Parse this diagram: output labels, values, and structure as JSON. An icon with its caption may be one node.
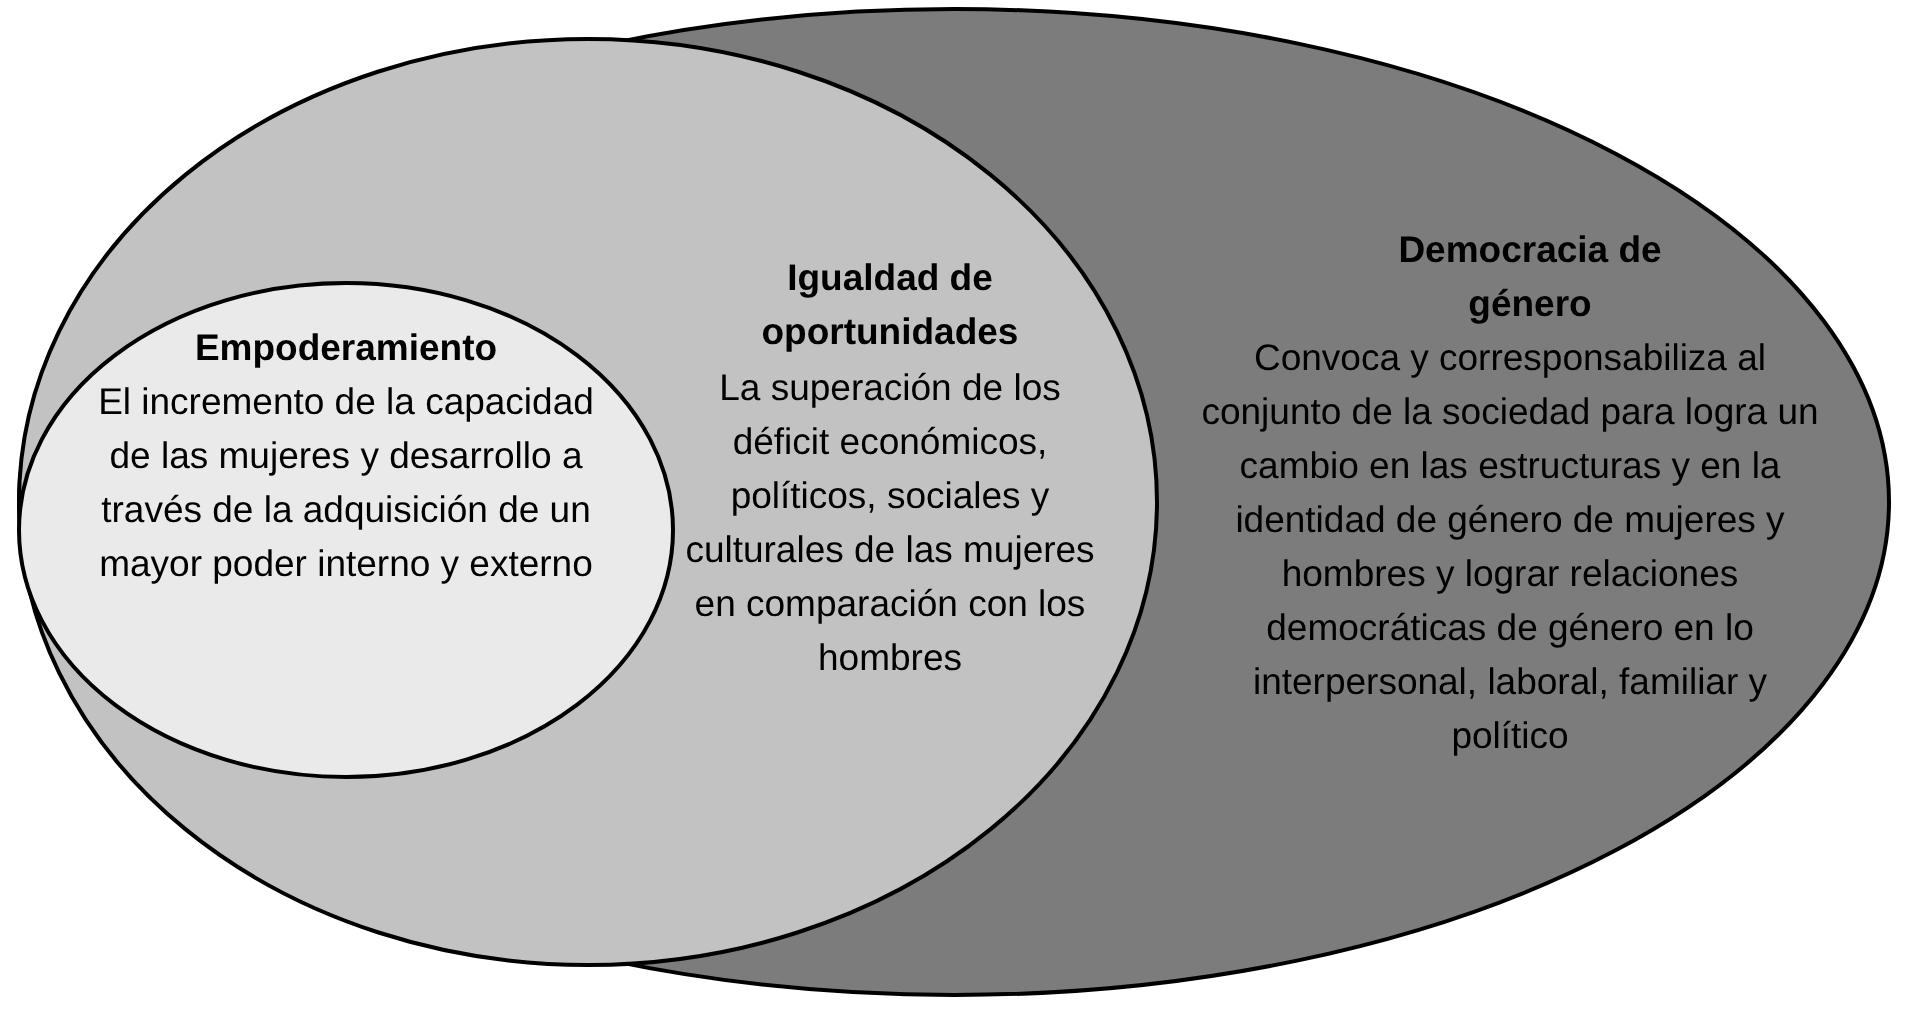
{
  "diagram": {
    "nodes": [
      {
        "text": [
          "Democracia de género",
          "Convoca y corresponsabiliza al conjunto de la sociedad para logra un cambio en las estructuras y en la identidad de género de mujeres y hombres y lograr relaciones democráticas de género en lo interpersonal, laboral, familiar y político"
        ]
      },
      {
        "text": [
          "Igualdad de oportunidades",
          "La superación de los déficit económicos, políticos, sociales y culturales de las mujeres en comparación con los hombres"
        ],
        "in": 0
      },
      {
        "text": [
          "Empoderamiento",
          "El incremento de la capacidad de las mujeres y desarrollo a través de la adquisición de un mayor poder interno y externo"
        ],
        "in": 1
      }
    ]
  }
}
